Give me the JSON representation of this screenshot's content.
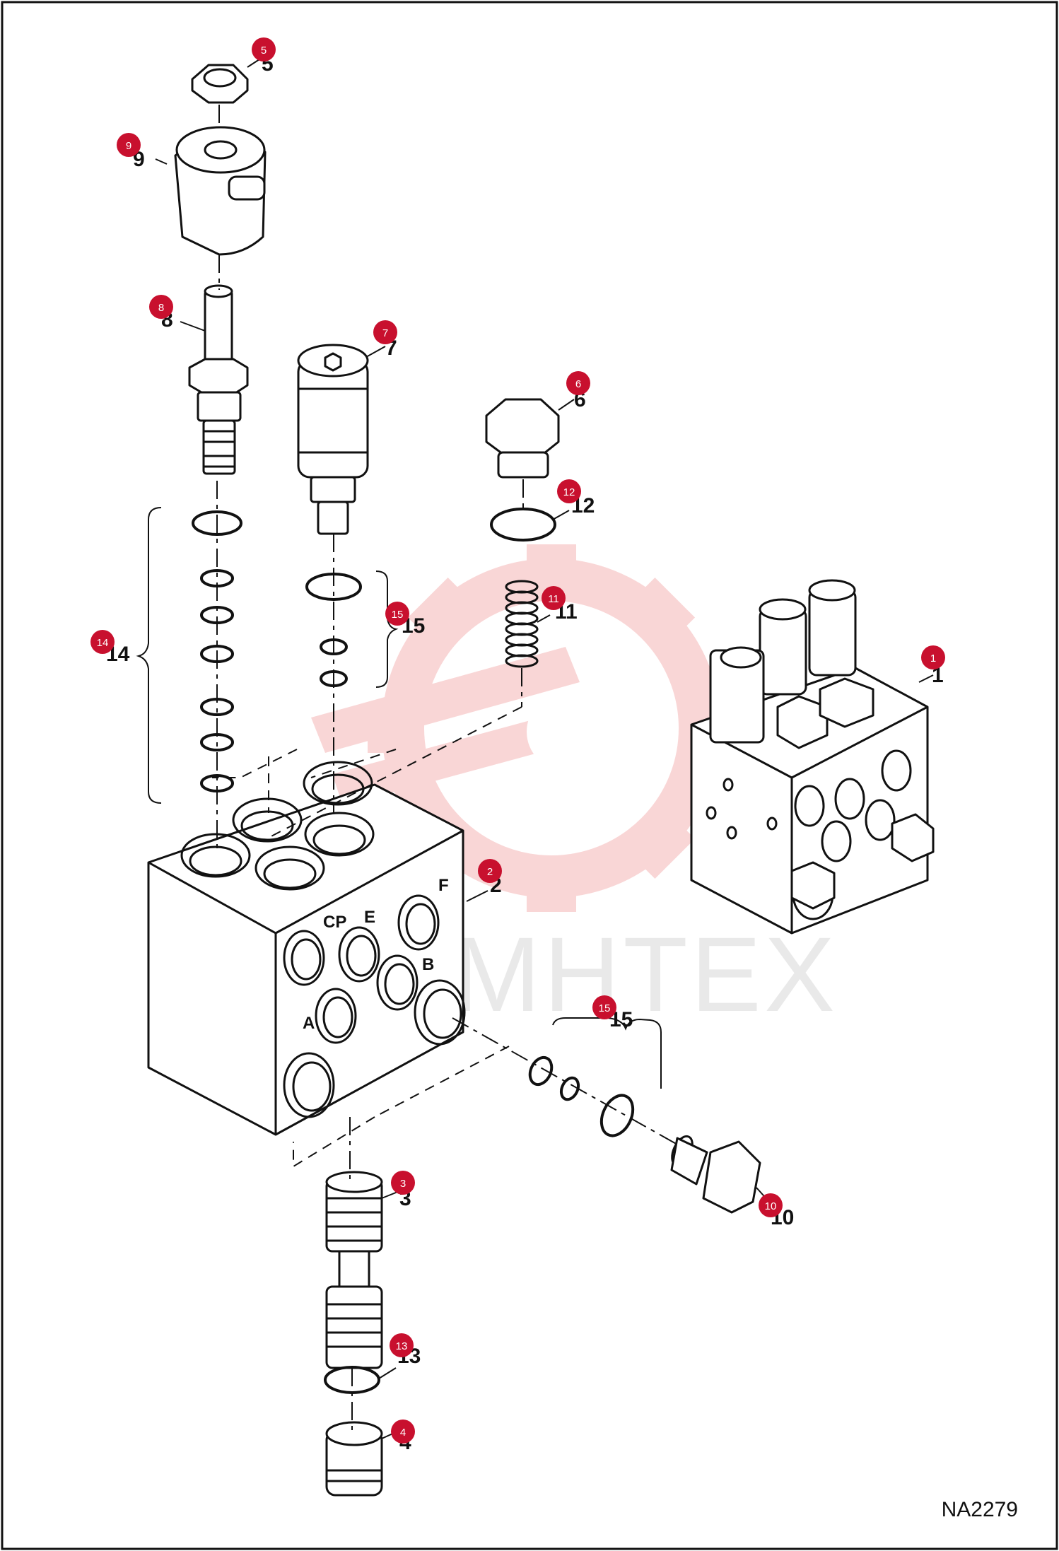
{
  "drawing_code": "NA2279",
  "watermark": "MHTEX",
  "parts": [
    {
      "id": "p1",
      "badge": "1",
      "label": "1"
    },
    {
      "id": "p2",
      "badge": "2",
      "label": "2"
    },
    {
      "id": "p3",
      "badge": "3",
      "label": "3"
    },
    {
      "id": "p4",
      "badge": "4",
      "label": "4"
    },
    {
      "id": "p5",
      "badge": "5",
      "label": "5"
    },
    {
      "id": "p6",
      "badge": "6",
      "label": "6"
    },
    {
      "id": "p7",
      "badge": "7",
      "label": "7"
    },
    {
      "id": "p8",
      "badge": "8",
      "label": "8"
    },
    {
      "id": "p9",
      "badge": "9",
      "label": "9"
    },
    {
      "id": "p10",
      "badge": "10",
      "label": "10"
    },
    {
      "id": "p11",
      "badge": "11",
      "label": "11"
    },
    {
      "id": "p12",
      "badge": "12",
      "label": "12"
    },
    {
      "id": "p13",
      "badge": "13",
      "label": "13"
    },
    {
      "id": "p14",
      "badge": "14",
      "label": "14"
    },
    {
      "id": "p15a",
      "badge": "15",
      "label": "15"
    },
    {
      "id": "p15b",
      "badge": "15",
      "label": "15"
    }
  ],
  "ports": {
    "cp": "CP",
    "e": "E",
    "f": "F",
    "a": "A",
    "b": "B"
  },
  "colors": {
    "badge": "#c8102e",
    "line": "#111111",
    "watermark": "#f5b5b5",
    "frame": "#111111"
  }
}
